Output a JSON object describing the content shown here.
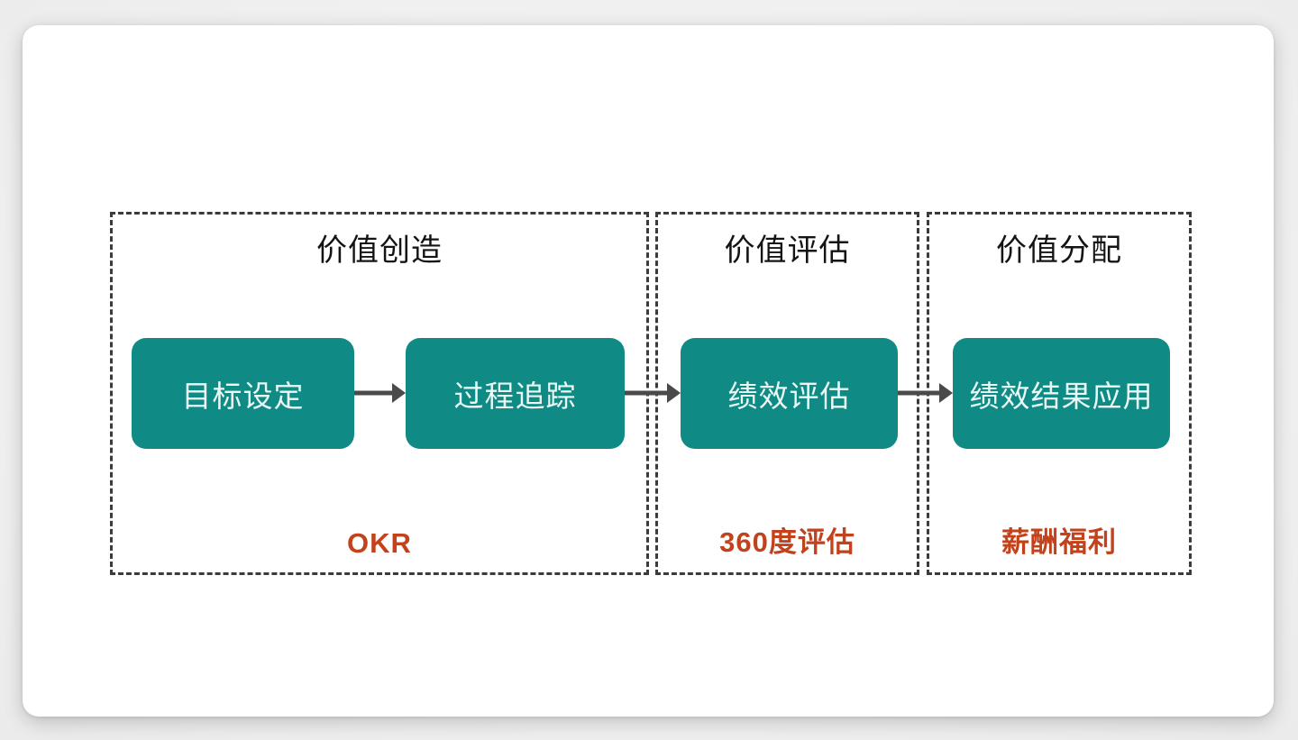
{
  "colors": {
    "node_bg": "#0f8a85",
    "node_text": "#eaf9f5",
    "label_color": "#c2421b",
    "arrow_color": "#4a4a4a",
    "border_color": "#3b3b3b"
  },
  "diagram": {
    "groups": [
      {
        "title": "价值创造",
        "label": "OKR",
        "nodes": [
          "目标设定",
          "过程追踪"
        ]
      },
      {
        "title": "价值评估",
        "label": "360度评估",
        "nodes": [
          "绩效评估"
        ]
      },
      {
        "title": "价值分配",
        "label": "薪酬福利",
        "nodes": [
          "绩效结果应用"
        ]
      }
    ]
  }
}
